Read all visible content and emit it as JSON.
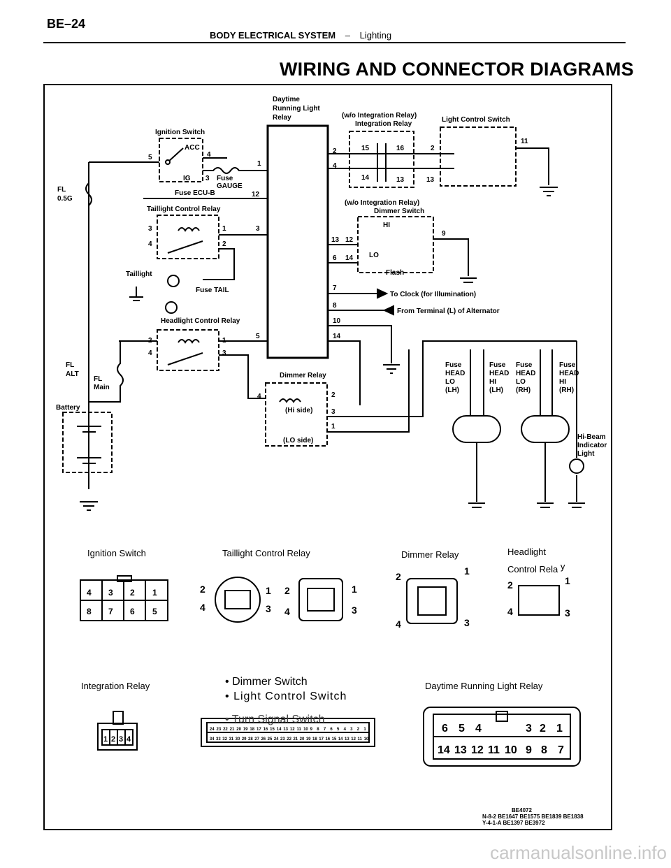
{
  "header": {
    "page_number": "BE–24",
    "section": "BODY ELECTRICAL SYSTEM",
    "separator": "–",
    "subsection": "Lighting"
  },
  "title": "WIRING AND CONNECTOR DIAGRAMS",
  "diagram": {
    "components": {
      "drl_relay": [
        "Daytime",
        "Running Light",
        "Relay"
      ],
      "integration_note": "(w/o Integration Relay)",
      "integration_relay": "Integration Relay",
      "light_control_switch": "Light Control Switch",
      "ignition_switch": "Ignition Switch",
      "acc": "ACC",
      "ig": "IG",
      "fuse_gauge": [
        "Fuse",
        "GAUGE"
      ],
      "fuse_ecu": "Fuse ECU-B",
      "fl_05g": [
        "FL",
        "0.5G"
      ],
      "taillight_relay": "Taillight Control Relay",
      "taillight": "Taillight",
      "fuse_tail": "Fuse TAIL",
      "headlight_relay": "Headlight Control Relay",
      "dimmer_note": "(w/o Integration Relay)",
      "dimmer_switch": "Dimmer Switch",
      "hi": "HI",
      "lo": "LO",
      "flash": "Flash",
      "to_clock": "To Clock (for Illumination)",
      "from_alt": "From Terminal (L) of Alternator",
      "fl_alt": [
        "FL",
        "ALT"
      ],
      "fl_main": [
        "FL",
        "Main"
      ],
      "battery": "Battery",
      "dimmer_relay": "Dimmer Relay",
      "hi_side": "(Hi side)",
      "lo_side": "(LO side)",
      "fuse_head_lo_lh": [
        "Fuse",
        "HEAD",
        "LO",
        "(LH)"
      ],
      "fuse_head_hi_lh": [
        "Fuse",
        "HEAD",
        "HI",
        "(LH)"
      ],
      "fuse_head_lo_rh": [
        "Fuse",
        "HEAD",
        "LO",
        "(RH)"
      ],
      "fuse_head_hi_rh": [
        "Fuse",
        "HEAD",
        "HI",
        "(RH)"
      ],
      "hi_beam": [
        "Hi-Beam",
        "Indicator",
        "Light"
      ]
    },
    "pins": {
      "ign_acc": "4",
      "ign_main": "5",
      "ign_ig": "3",
      "drl_1": "1",
      "drl_12": "12",
      "tl_3": "3",
      "tl_4": "4",
      "tl_1": "1",
      "tl_2": "2",
      "drl_3": "3",
      "hl_2": "2",
      "hl_4": "4",
      "hl_1": "1",
      "hl_3": "3",
      "drl_5": "5",
      "drl_2": "2",
      "drl_4": "4",
      "ir_15": "15",
      "ir_16": "16",
      "ir_14": "14",
      "ir_13": "13",
      "lcs_2": "2",
      "lcs_13": "13",
      "lcs_11": "11",
      "drl_13": "13",
      "ds_12": "12",
      "drl_6": "6",
      "ds_14": "14",
      "ds_9": "9",
      "drl_7": "7",
      "drl_8": "8",
      "drl_10": "10",
      "drl_14": "14",
      "dr_4": "4",
      "dr_2": "2",
      "dr_3": "3",
      "dr_1": "1"
    },
    "codes": [
      "BE4072",
      "N-8-2  BE1647  BE1575  BE1839  BE1838",
      "Y-4-1-A  BE1397  BE3972"
    ]
  },
  "connectors": {
    "ignition_switch": {
      "label": "Ignition Switch",
      "top": [
        "4",
        "3",
        "2",
        "1"
      ],
      "bottom": [
        "8",
        "7",
        "6",
        "5"
      ]
    },
    "taillight_relay": {
      "label": "Taillight Control Relay",
      "pins": [
        "2",
        "4",
        "1",
        "3"
      ]
    },
    "dimmer_relay": {
      "label": "Dimmer Relay",
      "pins": [
        "2",
        "1",
        "4",
        "3"
      ]
    },
    "headlight_relay": {
      "label_line1": "Headlight",
      "label_line2": "Control Rela",
      "label_y": "y",
      "pins": [
        "2",
        "1",
        "4",
        "3"
      ]
    },
    "integration_relay": {
      "label": "Integration Relay",
      "pins": [
        "1",
        "2",
        "3",
        "4"
      ]
    },
    "bullets": [
      "Dimmer Switch",
      "Light Control Switch",
      "Turn Signal Switch"
    ],
    "bullet_mark": "•",
    "dimmer_connector_top": [
      "24",
      "23",
      "22",
      "21",
      "20",
      "19",
      "18",
      "17",
      "16",
      "15",
      "14",
      "13",
      "12",
      "11",
      "10",
      "9",
      "8",
      "7",
      "6",
      "5",
      "4",
      "3",
      "2",
      "1"
    ],
    "dimmer_connector_bottom": [
      "34",
      "33",
      "32",
      "31",
      "30",
      "29",
      "28",
      "27",
      "26",
      "25",
      "24",
      "23",
      "22",
      "21",
      "20",
      "19",
      "18",
      "17",
      "16",
      "15",
      "14",
      "13",
      "12",
      "11",
      "10"
    ],
    "drl_relay": {
      "label": "Daytime Running Light Relay",
      "top": [
        "6",
        "5",
        "4",
        "3",
        "2",
        "1"
      ],
      "bottom": [
        "14",
        "13",
        "12",
        "11",
        "10",
        "9",
        "8",
        "7"
      ]
    }
  },
  "watermark": "carmanualsonline.info"
}
